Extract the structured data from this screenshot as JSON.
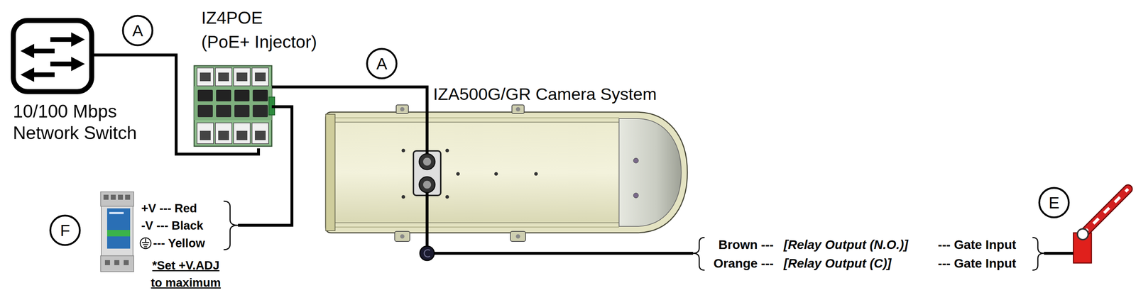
{
  "diagram": {
    "nodes": [
      {
        "text": [
          "10/100 Mbps Network Switch"
        ]
      },
      {
        "text": [
          "A"
        ]
      },
      {
        "text": [
          "IZ4POE",
          "(PoE+ Injector)"
        ]
      },
      {
        "text": [
          "A"
        ]
      },
      {
        "text": [
          "IZA500G/GR Camera System"
        ]
      },
      {
        "text": [
          "F"
        ]
      },
      {
        "text": [
          "+V --- Red",
          "-V --- Black",
          "--- Yellow",
          "*Set +V.ADJ to maximum"
        ]
      },
      {
        "text": [
          "E"
        ]
      }
    ],
    "edges": [
      {
        "from": 0,
        "to": 2,
        "arrow": "none"
      },
      {
        "from": 2,
        "to": 4,
        "arrow": "none"
      },
      {
        "from": 6,
        "to": 2,
        "arrow": "none"
      }
    ],
    "labels": [
      "Brown ---",
      "[Relay Output (N.O.)]",
      "--- Gate Input",
      "Orange ---",
      "[Relay Output (C)]",
      "--- Gate Input"
    ]
  }
}
